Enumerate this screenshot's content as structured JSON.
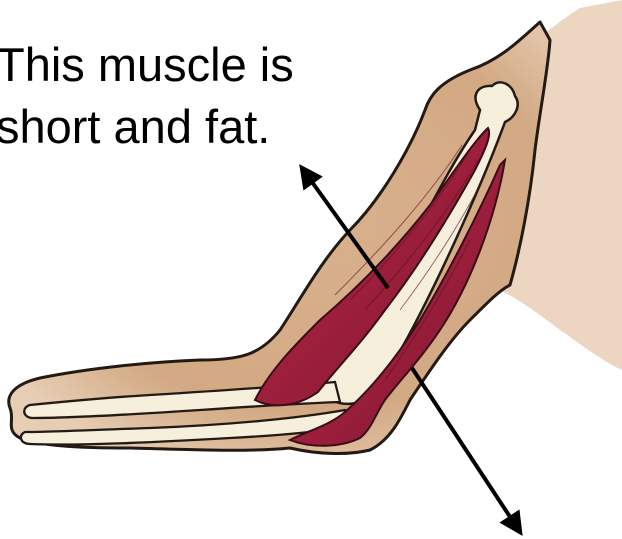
{
  "caption": {
    "line1": "This muscle is",
    "line2": "short and fat."
  },
  "colors": {
    "skin": "#c9a17c",
    "skin_shade": "#b8875f",
    "bone": "#f5ecd6",
    "muscle": "#a3213f",
    "muscle_dark": "#7a1530",
    "outline": "#231a14",
    "arrow": "#000000"
  },
  "figure": {
    "subject": "arm-bent-at-elbow",
    "labelled_parts": [
      "biceps-muscle",
      "triceps-muscle"
    ]
  }
}
